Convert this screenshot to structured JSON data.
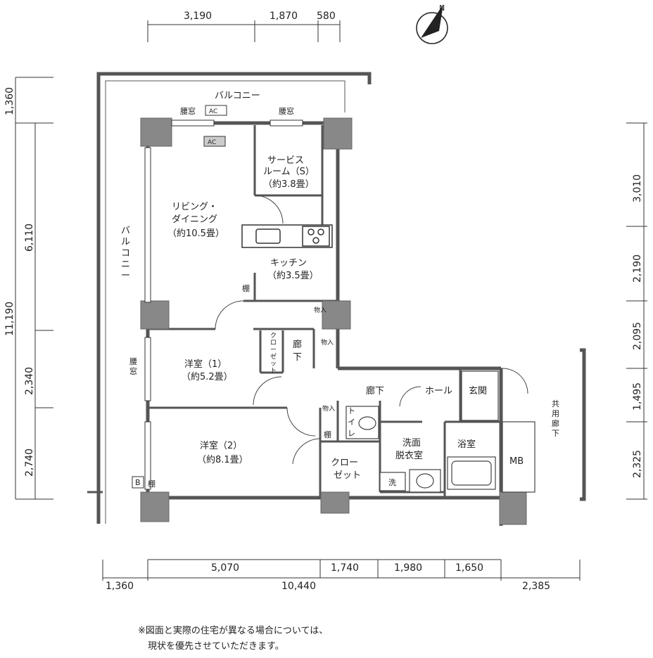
{
  "compass": {
    "label": "N"
  },
  "dimensions": {
    "top": [
      "3,190",
      "1,870",
      "580"
    ],
    "left_outer": [
      "1,360",
      "11,190"
    ],
    "left_inner": [
      "6,110",
      "2,340",
      "2,740"
    ],
    "right": [
      "3,010",
      "2,190",
      "2,095",
      "1,495",
      "2,325"
    ],
    "bottom_upper": [
      "5,070",
      "1,740",
      "1,980",
      "1,650"
    ],
    "bottom_lower": [
      "1,360",
      "10,440",
      "2,385"
    ]
  },
  "rooms": {
    "balcony_top": "バルコニー",
    "balcony_left": [
      "バ",
      "ル",
      "コ",
      "ニ",
      "ー"
    ],
    "waist_window_left_top": "腰窓",
    "waist_window_right_top": "腰窓",
    "waist_window_side": [
      "腰",
      "窓"
    ],
    "ac_outdoor": "AC",
    "ac_indoor": "AC",
    "service_room": [
      "サービス",
      "ルーム（S）",
      "（約3.8畳）"
    ],
    "living_dining": [
      "リビング・",
      "ダイニング",
      "（約10.5畳）"
    ],
    "kitchen": [
      "キッチン",
      "（約3.5畳）"
    ],
    "shelf_kitchen": "棚",
    "storage_1": "物入",
    "storage_2": "物入",
    "closet_small": [
      "ク",
      "ロ",
      "ー",
      "ゼ",
      "ッ",
      "ト"
    ],
    "hallway_1": [
      "廊",
      "下"
    ],
    "western_room_1": [
      "洋室（1）",
      "（約5.2畳）"
    ],
    "hallway_2": "廊下",
    "hall": "ホール",
    "entrance": "玄関",
    "common_corridor": [
      "共",
      "用",
      "廊",
      "下"
    ],
    "storage_3": "物入",
    "shelf_toilet": "棚",
    "toilet": [
      "ト",
      "イ",
      "レ"
    ],
    "washroom": [
      "洗面",
      "脱衣室"
    ],
    "bathroom": "浴室",
    "meter_box": "MB",
    "western_room_2": [
      "洋室（2）",
      "（約8.1畳）"
    ],
    "closet_large": [
      "クロー",
      "ゼット"
    ],
    "washer": "洗",
    "b_mark": "B",
    "shelf_room2": "棚"
  },
  "note": [
    "※図面と実際の住宅が異なる場合については、",
    "現状を優先させていただきます。"
  ]
}
